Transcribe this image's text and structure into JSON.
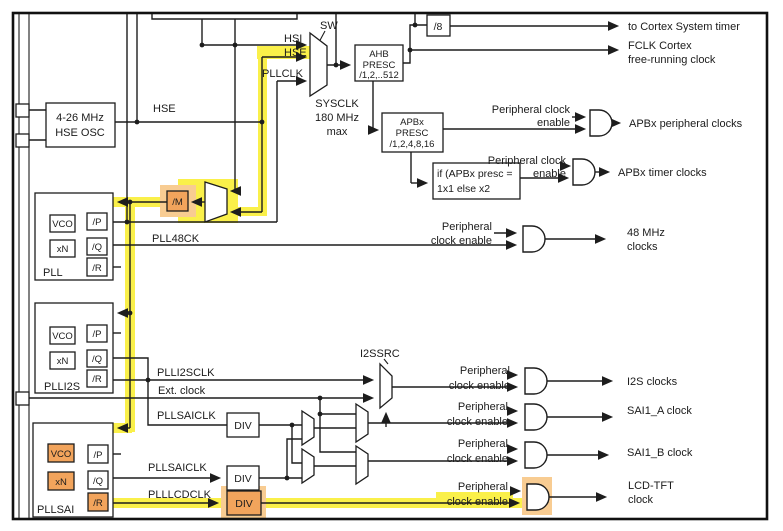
{
  "colors": {
    "yellow": "#FAF04A",
    "orange": "#F2A45C",
    "halo": "#F8CC92"
  },
  "osc": {
    "range": "4-26 MHz",
    "name": "HSE OSC"
  },
  "signals": {
    "hsi": "HSI",
    "hse": "HSE",
    "pllclk": "PLLCLK",
    "sw": "SW",
    "sysclk_l1": "SYSCLK",
    "sysclk_l2": "180 MHz",
    "sysclk_l3": "max",
    "pll48ck": "PLL48CK",
    "plli2sclk": "PLLI2SCLK",
    "ext_clock": "Ext. clock",
    "pllsaiclk1": "PLLSAICLK",
    "pllsaiclk2": "PLLSAICLK",
    "plllcdclk": "PLLLCDCLK",
    "i2ssrc": "I2SSRC"
  },
  "prescalers": {
    "ahb": {
      "l1": "AHB",
      "l2": "PRESC",
      "l3": "/1,2,..512"
    },
    "apbx": {
      "l1": "APBx",
      "l2": "PRESC",
      "l3": "/1,2,4,8,16"
    },
    "apbx_mult": {
      "l1": "if (APBx presc =",
      "l2": "1x1 else x2"
    },
    "div8": "/8",
    "divm": "/M",
    "div": "DIV"
  },
  "plls": {
    "vco": "VCO",
    "xn": "xN",
    "p": "/P",
    "q": "/Q",
    "r": "/R",
    "pll": "PLL",
    "plli2s": "PLLI2S",
    "pllsai": "PLLSAI"
  },
  "enables": {
    "peripheral_clock": "Peripheral clock",
    "enable": "enable",
    "peripheral": "Peripheral",
    "clock_enable": "clock enable"
  },
  "outputs": {
    "systick": "to Cortex System timer",
    "fclk_l1": "FCLK Cortex",
    "fclk_l2": "free-running clock",
    "apbx_periph": "APBx peripheral clocks",
    "apbx_timer": "APBx timer clocks",
    "mhz48_l1": "48 MHz",
    "mhz48_l2": "clocks",
    "i2s": "I2S clocks",
    "sai1a": "SAI1_A clock",
    "sai1b": "SAI1_B clock",
    "lcd_l1": "LCD-TFT",
    "lcd_l2": "clock"
  }
}
